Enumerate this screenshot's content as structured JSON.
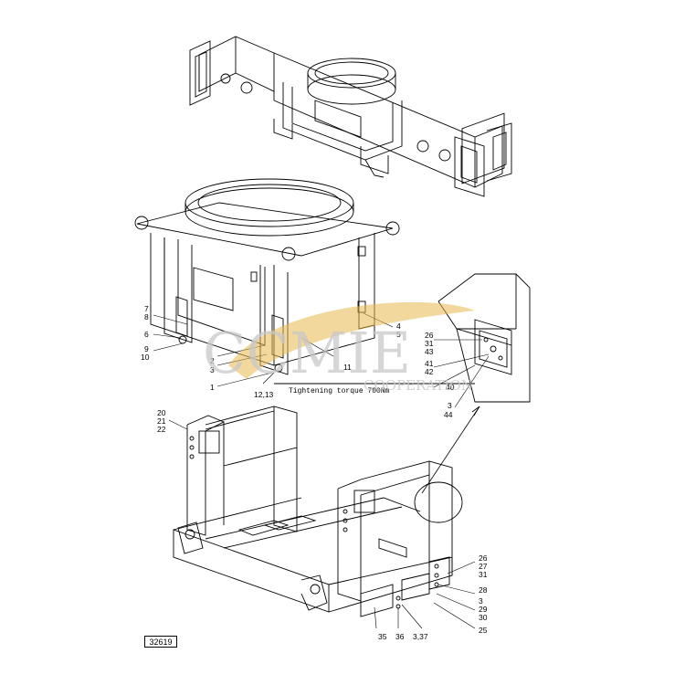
{
  "drawing_id": "32619",
  "torque_note": "Tightening torque 700Nm",
  "watermark": {
    "brand": "CCMIE",
    "subtitle": "COOPERATION",
    "color_text": "#c9c9c9",
    "color_swoosh": "#e8b84a"
  },
  "callouts": {
    "c7": "7",
    "c8": "8",
    "c6": "6",
    "c9": "9",
    "c10": "10",
    "c2": "2",
    "c3a": "3",
    "c1": "1",
    "c1213": "12,13",
    "c11": "11",
    "c4": "4",
    "c5": "5",
    "c26a": "26",
    "c31a": "31",
    "c43": "43",
    "c41": "41",
    "c42": "42",
    "c40": "40",
    "c3b": "3",
    "c44": "44",
    "c20": "20",
    "c21": "21",
    "c22": "22",
    "c26b": "26",
    "c27": "27",
    "c31b": "31",
    "c28": "28",
    "c3c": "3",
    "c29": "29",
    "c30": "30",
    "c25": "25",
    "c35": "35",
    "c36": "36",
    "c337": "3,37"
  },
  "colors": {
    "line": "#000000",
    "background": "#ffffff"
  }
}
